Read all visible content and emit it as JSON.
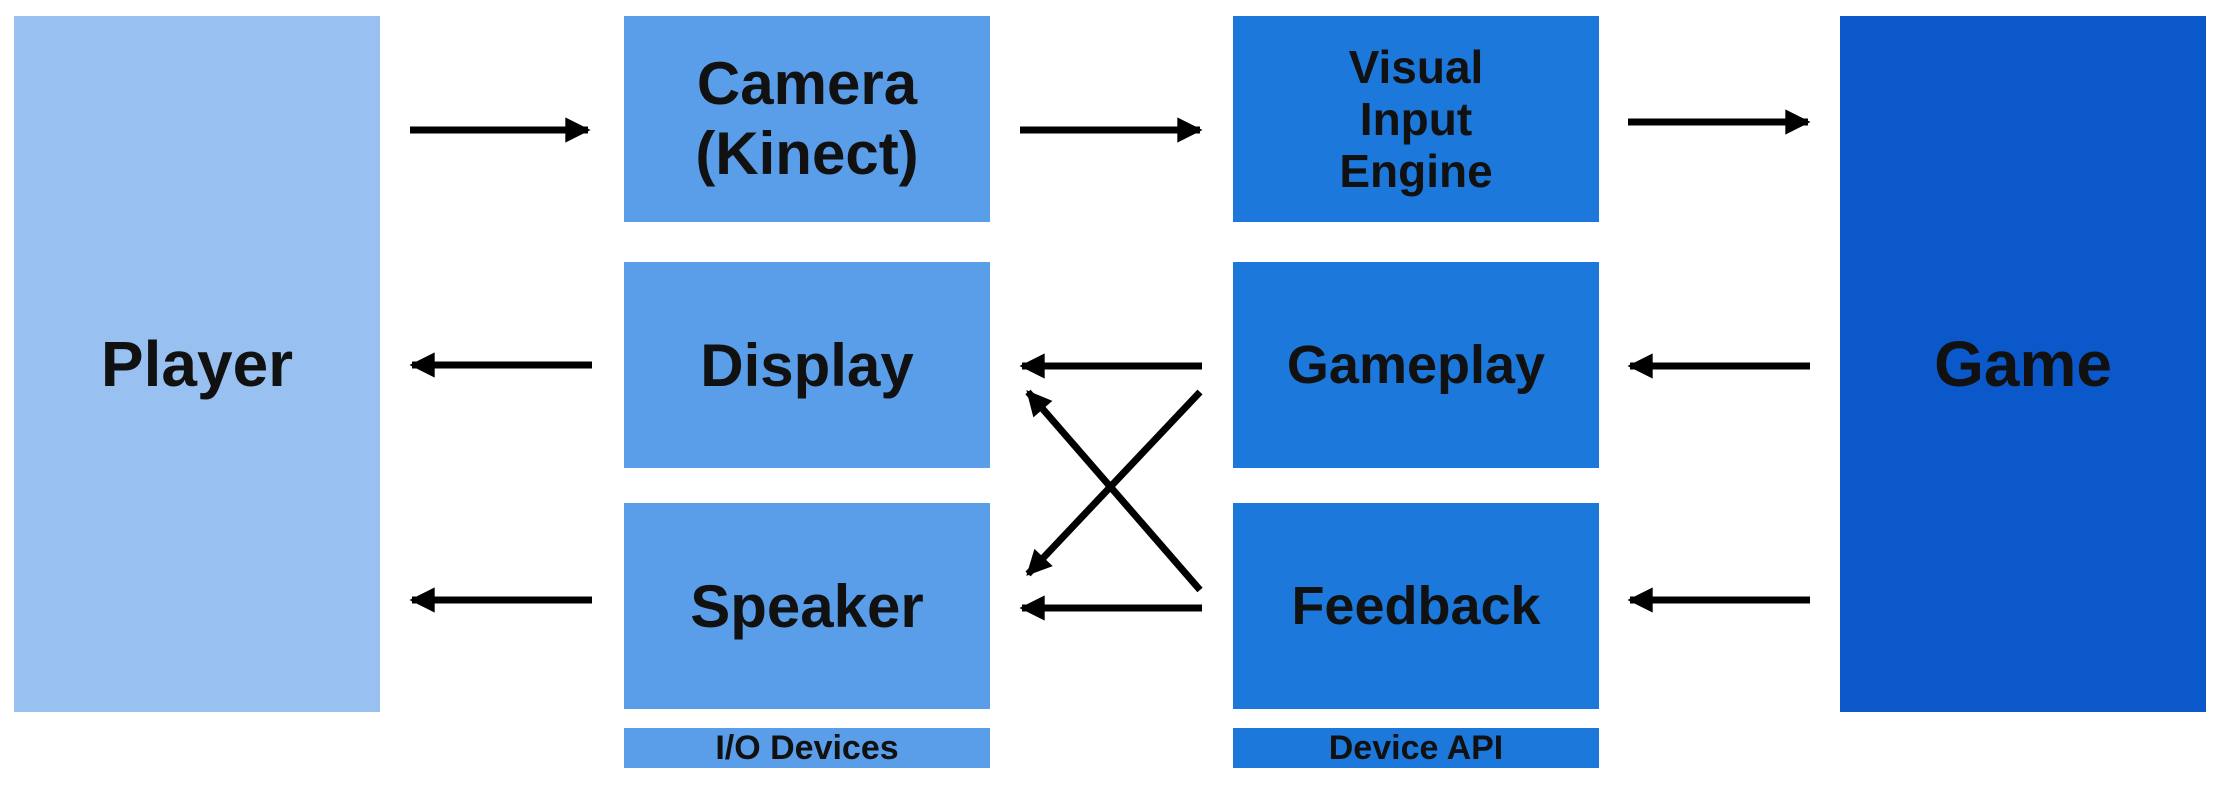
{
  "nodes": {
    "player": "Player",
    "camera_line1": "Camera",
    "camera_line2": "(Kinect)",
    "display": "Display",
    "speaker": "Speaker",
    "visual_line1": "Visual",
    "visual_line2": "Input",
    "visual_line3": "Engine",
    "gameplay": "Gameplay",
    "feedback": "Feedback",
    "game": "Game"
  },
  "labels": {
    "io_devices": "I/O Devices",
    "device_api": "Device API"
  },
  "colors": {
    "player": "#98c0f1",
    "io_devices": "#5a9ee9",
    "device_api": "#1c78db",
    "game": "#0a58c9"
  }
}
